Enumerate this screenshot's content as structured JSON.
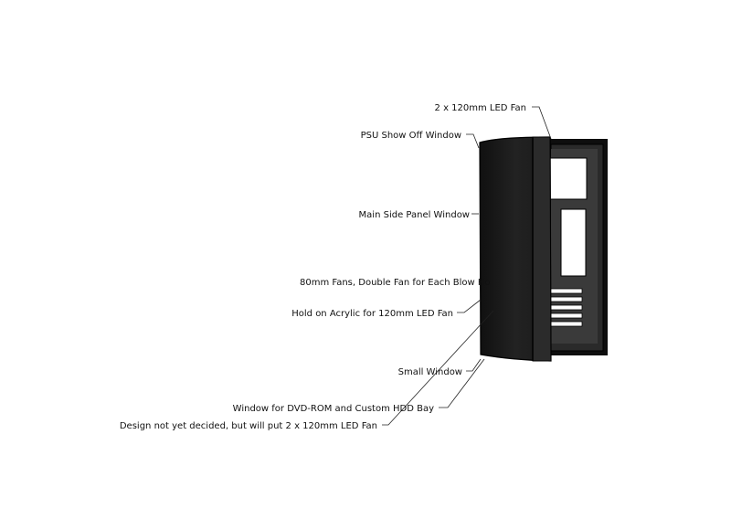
{
  "labels": {
    "fan_top": "2 x 120mm LED Fan",
    "psu_window": "PSU Show Off Window",
    "main_window": "Main Side Panel Window",
    "fans_80mm": "80mm Fans, Double Fan for Each Blow Ho",
    "acrylic_hold": "Hold on Acrylic for 120mm LED Fan",
    "small_window": "Small Window",
    "dvd_window": "Window for DVD-ROM and Custom HDD Bay",
    "design_note": "Design not yet decided, but will put 2 x 120mm LED Fan"
  },
  "colors": {
    "front_panel": "#1c1c1c",
    "case_frame": "#111111",
    "inner_panel": "#3a3a3a",
    "window": "#ffffff"
  }
}
